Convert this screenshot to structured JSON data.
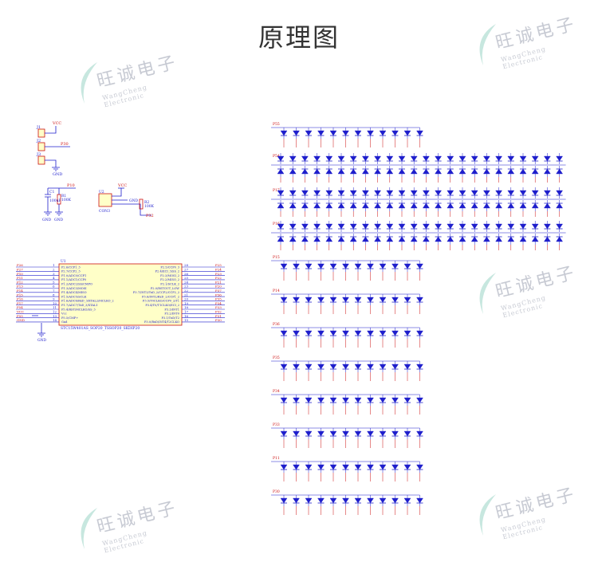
{
  "title": "原理图",
  "colors": {
    "wire": "#1f1fcc",
    "label": "#cc1111",
    "body": "#ffffc8",
    "watermark": "#9aa0b0"
  },
  "watermark": {
    "cn": "旺诚电子",
    "en": "WangCheng Electronic"
  },
  "power": {
    "vcc": "VCC",
    "gnd": "GND"
  },
  "jumpers": {
    "j1": "J1",
    "j2": "J2",
    "j3": "J3",
    "net_p30": "P30"
  },
  "reset": {
    "cap": "C1",
    "cap_val": "100uF",
    "res": "R1",
    "res_val": "100K",
    "net": "P10"
  },
  "conn": {
    "ref": "U2",
    "name": "CON3",
    "res": "R2",
    "res_val": "100K",
    "net": "P32"
  },
  "mcu": {
    "ref": "U1",
    "part": "STC15W401AS_SOP20_TSSOP20_SKDIP20",
    "left_pins": [
      {
        "num": "1",
        "net": "P26",
        "name": "P2.6/CCP1_3"
      },
      {
        "num": "2",
        "net": "P27",
        "name": "P2.7/CCP2_3"
      },
      {
        "num": "3",
        "net": "P10",
        "name": "P1.0/ADC0/CCP1"
      },
      {
        "num": "4",
        "net": "P11",
        "name": "P1.1/ADC1/CCP0"
      },
      {
        "num": "5",
        "net": "P12",
        "name": "P1.2/ADC2/SS/CMPO"
      },
      {
        "num": "6",
        "net": "P13",
        "name": "P1.3/ADC3/MOSI"
      },
      {
        "num": "7",
        "net": "P14",
        "name": "P1.4/ADC4/MISO"
      },
      {
        "num": "8",
        "net": "P15",
        "name": "P1.5/ADC5/SCLK"
      },
      {
        "num": "9",
        "net": "P16",
        "name": "P1.6/ADC6/RxD_3/XTAL2/MCLKO_2"
      },
      {
        "num": "10",
        "net": "P17",
        "name": "P1.7/ADC7/TxD_3/XTAL1"
      },
      {
        "num": "11",
        "net": "P54",
        "name": "P5.4/RST/MCLKO/SS_3"
      },
      {
        "num": "12",
        "net": "VCC",
        "name": "Vcc"
      },
      {
        "num": "13",
        "net": "P55",
        "name": "P5.5/CMP+"
      },
      {
        "num": "14",
        "net": "GND",
        "name": "Gnd"
      }
    ],
    "right_pins": [
      {
        "num": "28",
        "net": "P25",
        "name": "P2.5/CCP0_3"
      },
      {
        "num": "27",
        "net": "P24",
        "name": "P2.4/ECI_3/SS_2"
      },
      {
        "num": "26",
        "net": "P23",
        "name": "P2.3/MOSI_2"
      },
      {
        "num": "25",
        "net": "P22",
        "name": "P2.2/MISO_2"
      },
      {
        "num": "24",
        "net": "P21",
        "name": "P2.1/SCLK_2"
      },
      {
        "num": "23",
        "net": "P20",
        "name": "P2.0/RSTOUT_LOW"
      },
      {
        "num": "22",
        "net": "P37",
        "name": "P3.7/INT3/TxD_2/CCP2/CCP2_2"
      },
      {
        "num": "21",
        "net": "P36",
        "name": "P3.6/INT2/RxD_2/CCP1_2"
      },
      {
        "num": "20",
        "net": "P35",
        "name": "P3.5/T0CLKO/CCP0_2/T1"
      },
      {
        "num": "19",
        "net": "P34",
        "name": "P3.4/T0/T1CLKO/ECI_2"
      },
      {
        "num": "18",
        "net": "P33",
        "name": "P3.3/INT1"
      },
      {
        "num": "17",
        "net": "P32",
        "name": "P3.2/INT0"
      },
      {
        "num": "16",
        "net": "P31",
        "name": "P3.1/TxD/T2"
      },
      {
        "num": "15",
        "net": "P30",
        "name": "P3.0/RxD/INT4/T2CLKO"
      }
    ]
  },
  "matrix": {
    "rows": [
      {
        "net": "P55",
        "count": 12,
        "type": "single"
      },
      {
        "net": "P54",
        "count": 24,
        "type": "double"
      },
      {
        "net": "P17",
        "count": 24,
        "type": "double"
      },
      {
        "net": "P16",
        "count": 24,
        "type": "double"
      },
      {
        "net": "P15",
        "count": 12,
        "type": "single"
      },
      {
        "net": "P14",
        "count": 12,
        "type": "single"
      },
      {
        "net": "P36",
        "count": 12,
        "type": "single"
      },
      {
        "net": "P35",
        "count": 12,
        "type": "single"
      },
      {
        "net": "P34",
        "count": 12,
        "type": "single"
      },
      {
        "net": "P33",
        "count": 12,
        "type": "single"
      },
      {
        "net": "P11",
        "count": 12,
        "type": "single"
      },
      {
        "net": "P30",
        "count": 12,
        "type": "single"
      }
    ]
  }
}
